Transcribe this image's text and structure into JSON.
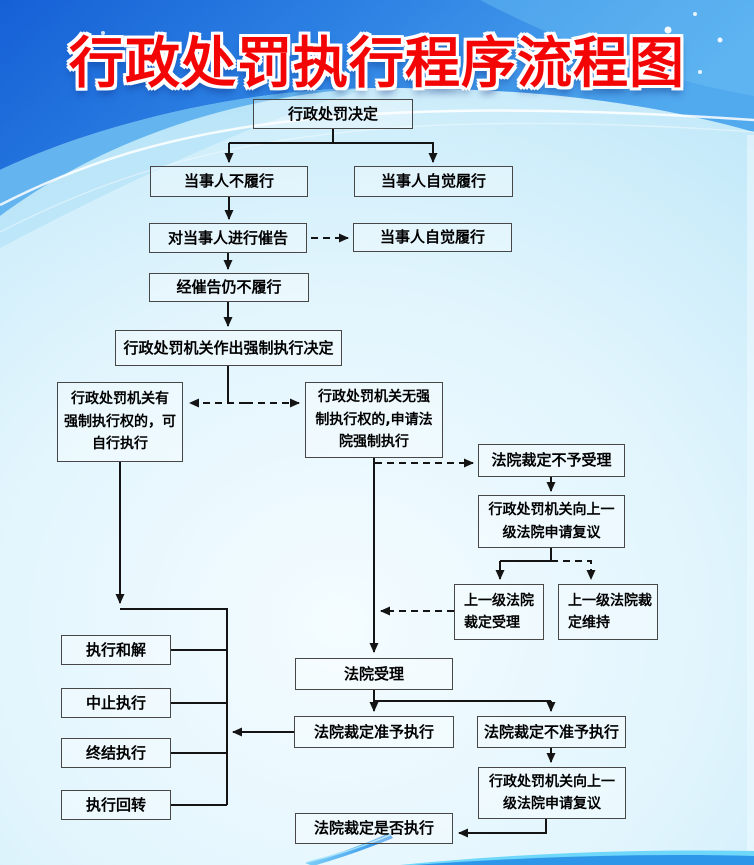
{
  "title": "行政处罚执行程序流程图",
  "colors": {
    "title_red": "#f30505",
    "band_blue_dark": "#1560d6",
    "band_blue_light": "#52aaee",
    "background_light": "#e2f5fd",
    "line_black": "#141414",
    "box_border_gray": "#474747",
    "bottom_band_cyan": "#6fd8fa",
    "bottom_band_blue": "#2e96e8"
  },
  "nodes": {
    "penalty_decision": {
      "label": "行政处罚决定"
    },
    "party_noncompliance": {
      "label": "当事人不履行"
    },
    "party_voluntary1": {
      "label": "当事人自觉履行"
    },
    "urge_party": {
      "label": "对当事人进行催告"
    },
    "party_voluntary2": {
      "label": "当事人自觉履行"
    },
    "still_noncompliant": {
      "label": "经催告仍不履行"
    },
    "compulsory_decision": {
      "label": "行政处罚机关作出强制执行决定"
    },
    "agency_has_power": {
      "label": "行政处罚机关有\n强制执行权的，可\n自行执行"
    },
    "agency_no_power": {
      "label": "行政处罚机关无强\n制执行权的,申请法\n院强制执行"
    },
    "court_reject": {
      "label": "法院裁定不予受理"
    },
    "review_higher1": {
      "label": "行政处罚机关向上一\n级法院申请复议"
    },
    "higher_accept": {
      "label": "上一级法院\n裁定受理"
    },
    "higher_uphold": {
      "label": "上一级法院裁\n定维持"
    },
    "settlement": {
      "label": "执行和解"
    },
    "suspend": {
      "label": "中止执行"
    },
    "terminate": {
      "label": "终结执行"
    },
    "reversal": {
      "label": "执行回转"
    },
    "court_accept": {
      "label": "法院受理"
    },
    "permit_execution": {
      "label": "法院裁定准予执行"
    },
    "deny_execution": {
      "label": "法院裁定不准予执行"
    },
    "review_higher2": {
      "label": "行政处罚机关向上一\n级法院申请复议"
    },
    "rule_whether": {
      "label": "法院裁定是否执行"
    }
  },
  "edges": [
    {
      "from": "penalty_decision",
      "to": "party_noncompliance",
      "style": "solid"
    },
    {
      "from": "penalty_decision",
      "to": "party_voluntary1",
      "style": "solid"
    },
    {
      "from": "party_noncompliance",
      "to": "urge_party",
      "style": "solid"
    },
    {
      "from": "urge_party",
      "to": "party_voluntary2",
      "style": "dashed"
    },
    {
      "from": "urge_party",
      "to": "still_noncompliant",
      "style": "solid"
    },
    {
      "from": "still_noncompliant",
      "to": "compulsory_decision",
      "style": "solid"
    },
    {
      "from": "compulsory_decision",
      "to": "agency_has_power",
      "style": "dashed"
    },
    {
      "from": "compulsory_decision",
      "to": "agency_no_power",
      "style": "dashed"
    },
    {
      "from": "agency_has_power",
      "to": "settlement",
      "style": "solid"
    },
    {
      "from": "agency_has_power",
      "to": "suspend",
      "style": "solid"
    },
    {
      "from": "agency_has_power",
      "to": "terminate",
      "style": "solid"
    },
    {
      "from": "agency_has_power",
      "to": "reversal",
      "style": "solid"
    },
    {
      "from": "agency_no_power",
      "to": "court_accept",
      "style": "solid"
    },
    {
      "from": "agency_no_power",
      "to": "court_reject",
      "style": "dashed"
    },
    {
      "from": "court_reject",
      "to": "review_higher1",
      "style": "solid"
    },
    {
      "from": "review_higher1",
      "to": "higher_accept",
      "style": "solid"
    },
    {
      "from": "review_higher1",
      "to": "higher_uphold",
      "style": "dashed"
    },
    {
      "from": "higher_accept",
      "to": "court_accept",
      "style": "dashed"
    },
    {
      "from": "court_accept",
      "to": "permit_execution",
      "style": "solid"
    },
    {
      "from": "court_accept",
      "to": "deny_execution",
      "style": "solid"
    },
    {
      "from": "permit_execution",
      "to": "settlement",
      "style": "solid"
    },
    {
      "from": "deny_execution",
      "to": "review_higher2",
      "style": "solid"
    },
    {
      "from": "review_higher2",
      "to": "rule_whether",
      "style": "solid"
    }
  ]
}
